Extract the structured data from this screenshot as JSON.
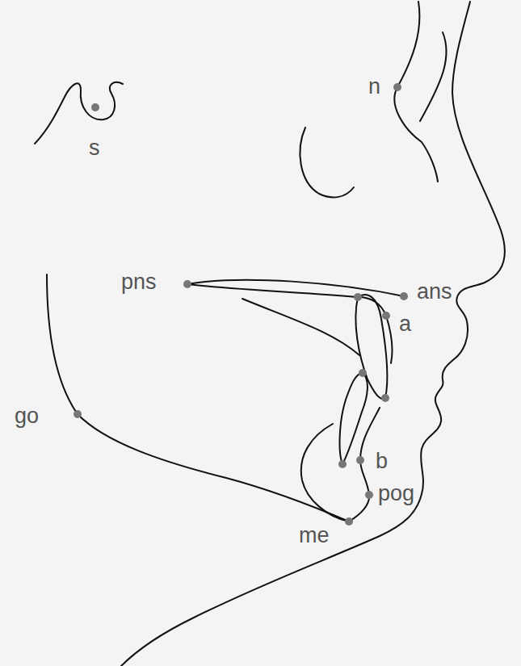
{
  "diagram": {
    "labels": [
      "s",
      "n",
      "pns",
      "ans",
      "a",
      "go",
      "b",
      "pog",
      "me"
    ]
  }
}
